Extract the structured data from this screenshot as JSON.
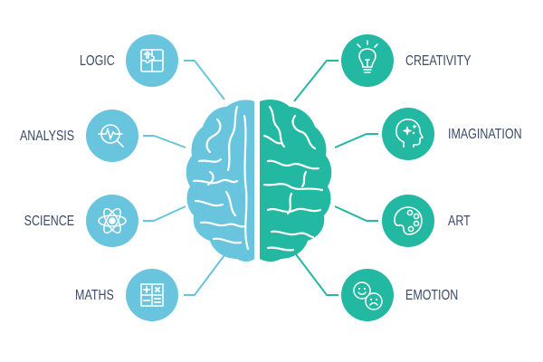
{
  "colors": {
    "left_accent": "#68c5dd",
    "right_accent": "#23b8a2",
    "label_text": "#3b4a68",
    "background": "#ffffff"
  },
  "brain": {
    "left_hemisphere": {
      "color": "#68c5dd"
    },
    "right_hemisphere": {
      "color": "#23b8a2"
    }
  },
  "left_nodes": [
    {
      "label": "LOGIC",
      "icon": "puzzle-icon"
    },
    {
      "label": "ANALYSIS",
      "icon": "magnifier-pulse-icon"
    },
    {
      "label": "SCIENCE",
      "icon": "atom-icon"
    },
    {
      "label": "MATHS",
      "icon": "calculator-icon"
    }
  ],
  "right_nodes": [
    {
      "label": "CREATIVITY",
      "icon": "lightbulb-icon"
    },
    {
      "label": "IMAGINATION",
      "icon": "head-sparkle-icon"
    },
    {
      "label": "ART",
      "icon": "palette-icon"
    },
    {
      "label": "EMOTION",
      "icon": "smiley-faces-icon"
    }
  ]
}
